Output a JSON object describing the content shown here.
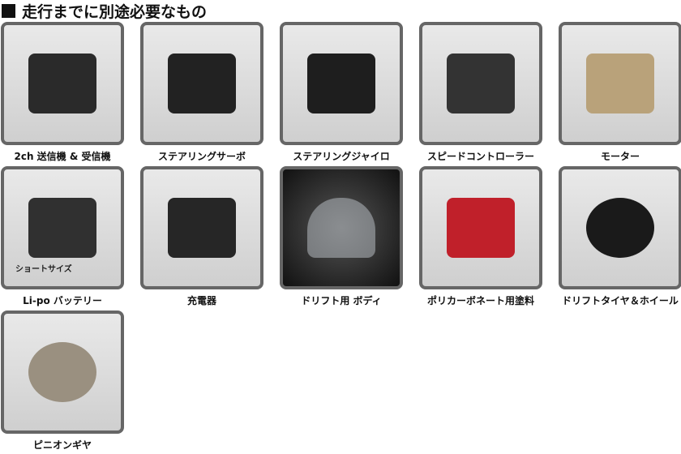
{
  "heading": "走行までに別途必要なもの",
  "items": [
    {
      "label": "2ch 送信機 & 受信機",
      "color": "#2a2a2a"
    },
    {
      "label": "ステアリングサーボ",
      "color": "#222222"
    },
    {
      "label": "ステアリングジャイロ",
      "color": "#1e1e1e"
    },
    {
      "label": "スピードコントローラー",
      "color": "#333333"
    },
    {
      "label": "モーター",
      "color": "#b9a27a"
    },
    {
      "label": "Li-po バッテリー",
      "color": "#303030",
      "sub": "ショートサイズ"
    },
    {
      "label": "充電器",
      "color": "#262626"
    },
    {
      "label": "ドリフト用 ボディ",
      "color": "#bfc6cc"
    },
    {
      "label": "ポリカーボネート用塗料",
      "color": "#c0202a"
    },
    {
      "label": "ドリフトタイヤ＆ホイール",
      "color": "#1a1a1a"
    },
    {
      "label": "ピニオンギヤ",
      "color": "#9a9080"
    }
  ]
}
